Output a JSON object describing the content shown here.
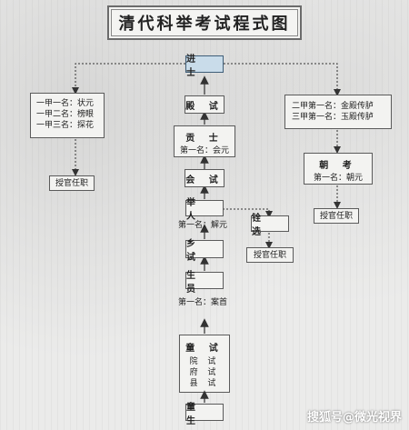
{
  "title": "清代科举考试程式图",
  "nodes": {
    "jinshi": "进 士",
    "dianshi": "殿 试",
    "gongshi": "贡 士",
    "gongshi_first": "第一名：会元",
    "huishi": "会 试",
    "juren": "举 人",
    "juren_first": "第一名：解元",
    "xiangshi": "乡 试",
    "shengyuan": "生 员",
    "shengyuan_first": "第一名：案首",
    "tongshi": "童 试",
    "tongshi_sub": [
      "院 试",
      "府 试",
      "县 试"
    ],
    "tongsheng": "童 生",
    "quanxuan": "铨 选",
    "chaokao": "朝 考",
    "chaokao_first": "第一名：朝元"
  },
  "yijia": [
    "一甲一名：状元",
    "一甲二名：榜眼",
    "一甲三名：探花"
  ],
  "erjia": [
    "二甲第一名：金殿传胪",
    "三甲第一名：玉殿传胪"
  ],
  "appoint_labels": [
    "授官任职",
    "授官任职",
    "授官任职"
  ],
  "watermark": "搜狐号@微光视界"
}
